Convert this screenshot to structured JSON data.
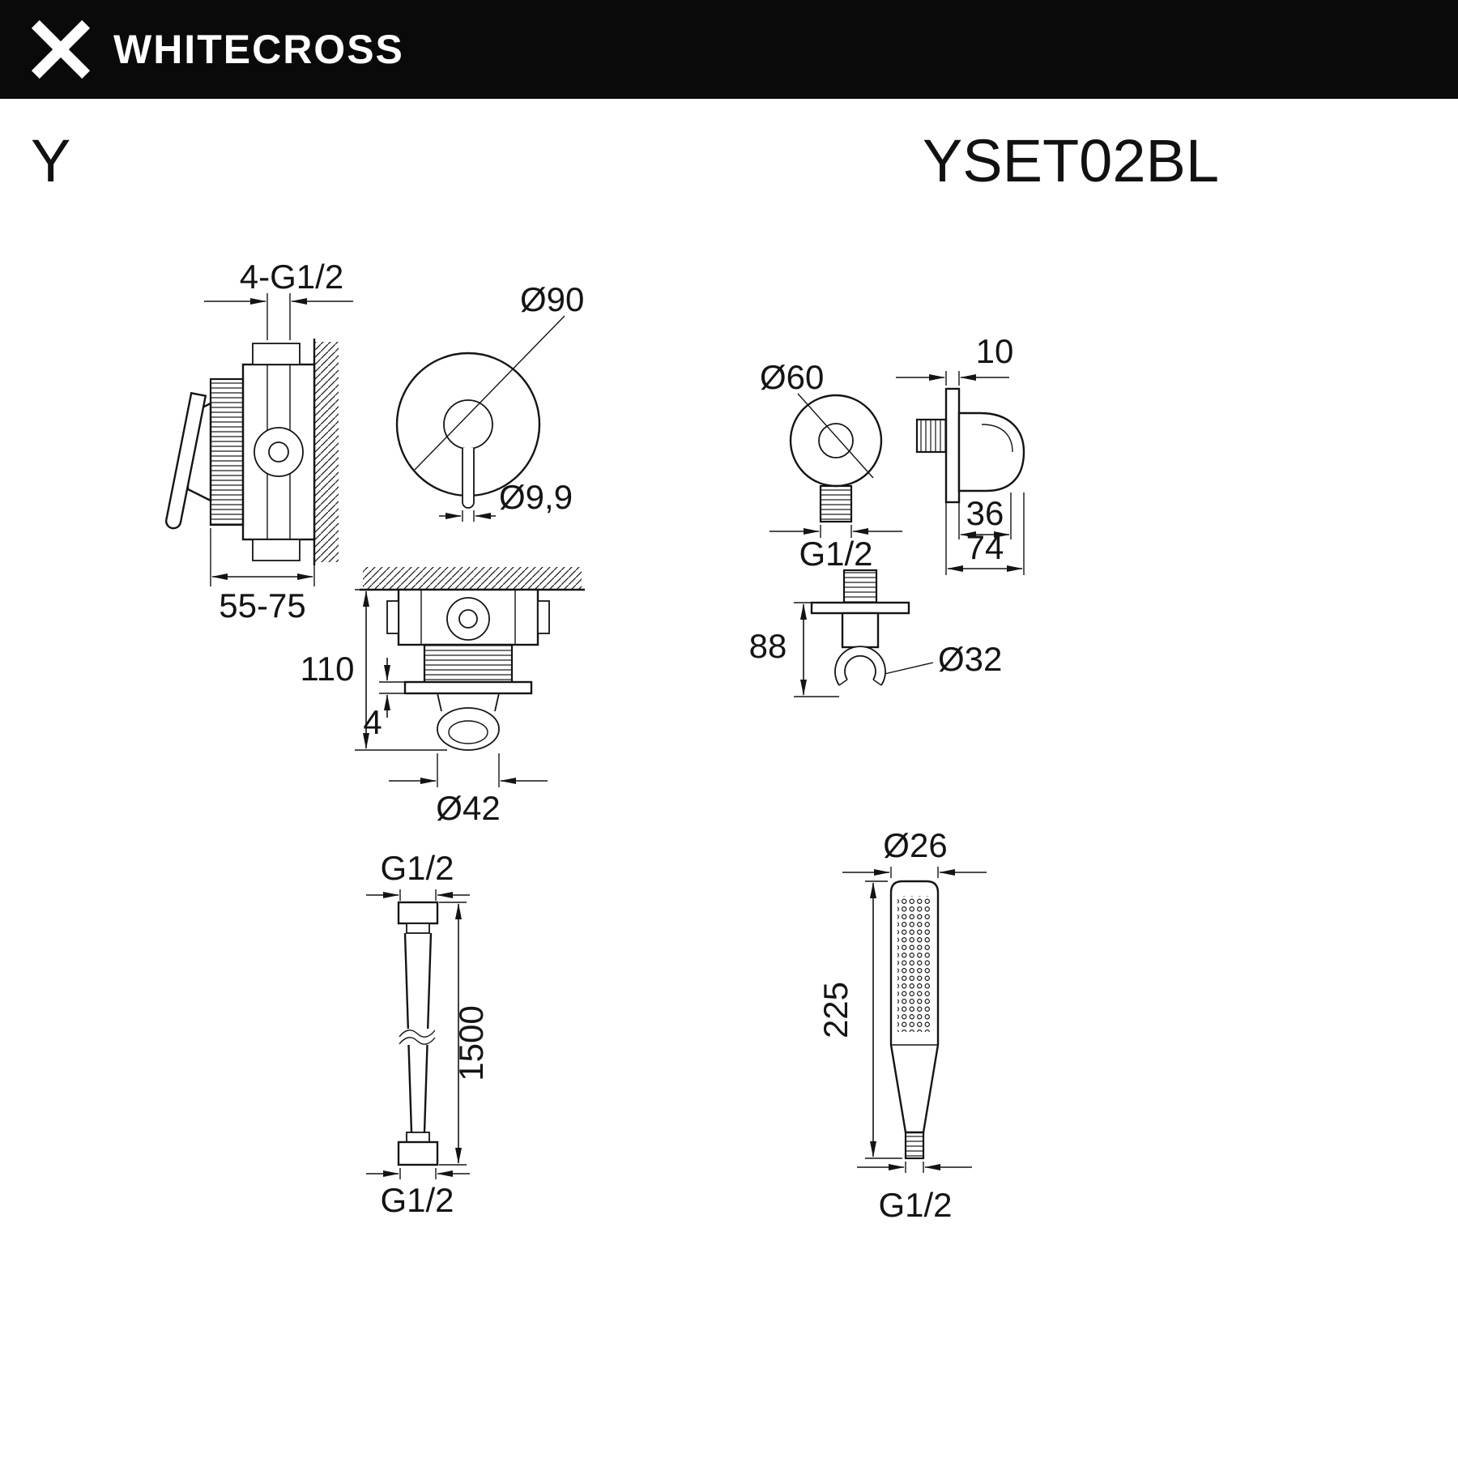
{
  "header": {
    "brand": "WHITECROSS"
  },
  "titles": {
    "series": "Y",
    "model": "YSET02BL"
  },
  "drawings": {
    "mixer_side": {
      "top_threads": "4-G1/2",
      "depth": "55-75"
    },
    "mixer_front": {
      "faceplate": "Ø90",
      "stem": "Ø9,9"
    },
    "mixer_bottom": {
      "height": "110",
      "plate": "4",
      "spout": "Ø42"
    },
    "outlet_front": {
      "diameter": "Ø60",
      "thread": "G1/2"
    },
    "outlet_side": {
      "plate": "10",
      "body": "36",
      "depth": "74"
    },
    "outlet_bottom": {
      "height": "88",
      "ring": "Ø32"
    },
    "hose": {
      "top": "G1/2",
      "length": "1500",
      "bottom": "G1/2"
    },
    "handshower": {
      "head": "Ø26",
      "length": "225",
      "thread": "G1/2"
    }
  }
}
